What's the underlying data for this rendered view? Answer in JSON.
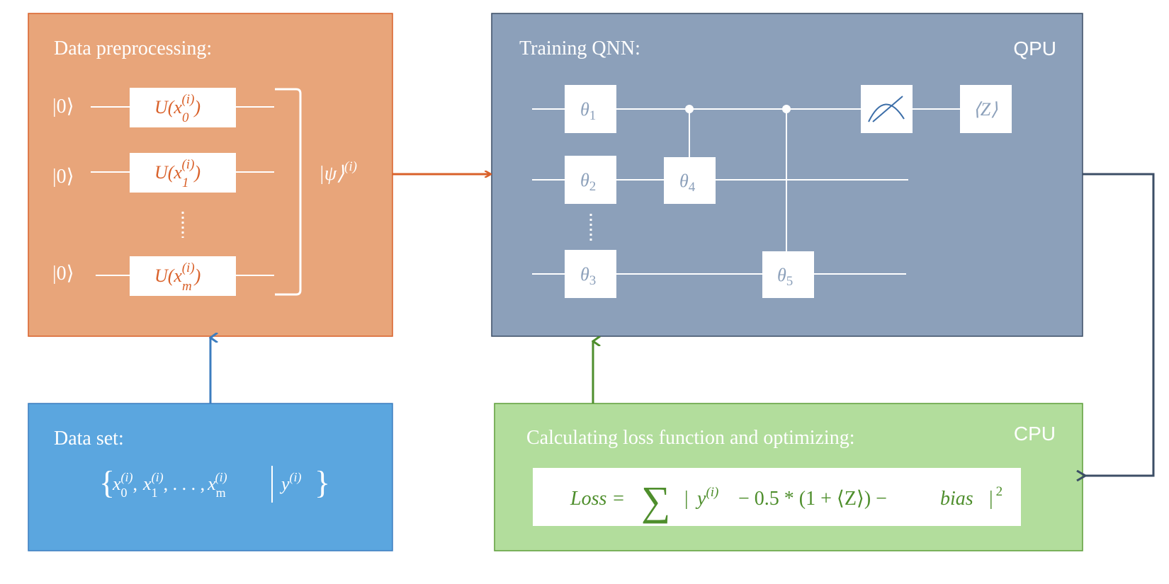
{
  "preprocess": {
    "title": "Data preprocessing:",
    "ket0": "|0⟩",
    "gates": [
      {
        "base": "U(x",
        "sub": "0",
        "sup": "(i)",
        "close": ")"
      },
      {
        "base": "U(x",
        "sub": "1",
        "sup": "(i)",
        "close": ")"
      },
      {
        "base": "U(x",
        "sub": "m",
        "sup": "(i)",
        "close": ")"
      }
    ],
    "state": {
      "base": "|ψ⟩",
      "sup": "(i)"
    }
  },
  "qnn": {
    "title": "Training QNN:",
    "tag": "QPU",
    "params": [
      {
        "sym": "θ",
        "sub": "1"
      },
      {
        "sym": "θ",
        "sub": "2"
      },
      {
        "sym": "θ",
        "sub": "3"
      },
      {
        "sym": "θ",
        "sub": "4"
      },
      {
        "sym": "θ",
        "sub": "5"
      }
    ],
    "expectation": "⟨Z⟩"
  },
  "dataset": {
    "title": "Data set:",
    "terms": [
      {
        "base": "x",
        "sub": "0",
        "sup": "(i)",
        "after": ","
      },
      {
        "base": "x",
        "sub": "1",
        "sup": "(i)",
        "after": ", . . . ,"
      },
      {
        "base": "x",
        "sub": "m",
        "sup": "(i)",
        "after": ""
      }
    ],
    "label": {
      "base": "y",
      "sup": "(i)"
    }
  },
  "cpu": {
    "title": "Calculating loss function and optimizing:",
    "tag": "CPU",
    "formula": {
      "lhs": "Loss =",
      "sum": "∑",
      "bar_open": "|",
      "y": "y",
      "y_sup": "(i)",
      "body": "−  0.5 * (1 + ⟨Z⟩) −",
      "bias": "bias",
      "bar_close": "|",
      "power": "2"
    }
  },
  "colors": {
    "preprocess_fill": "#E8A57A",
    "preprocess_stroke": "#D9612A",
    "qnn_fill": "#8CA0BA",
    "qnn_stroke": "#3C4E66",
    "dataset_fill": "#5BA6DF",
    "dataset_stroke": "#3C7DBF",
    "cpu_fill": "#B2DD9C",
    "cpu_stroke": "#5E9E3A",
    "gate_text_orange": "#D9612A",
    "gate_text_blue": "#8CA0BA",
    "formula_green": "#4E8E2C",
    "arrow_orange": "#D9612A",
    "arrow_blue": "#3C7DBF",
    "arrow_green": "#4E8E2C",
    "arrow_navy": "#3C4E66"
  }
}
